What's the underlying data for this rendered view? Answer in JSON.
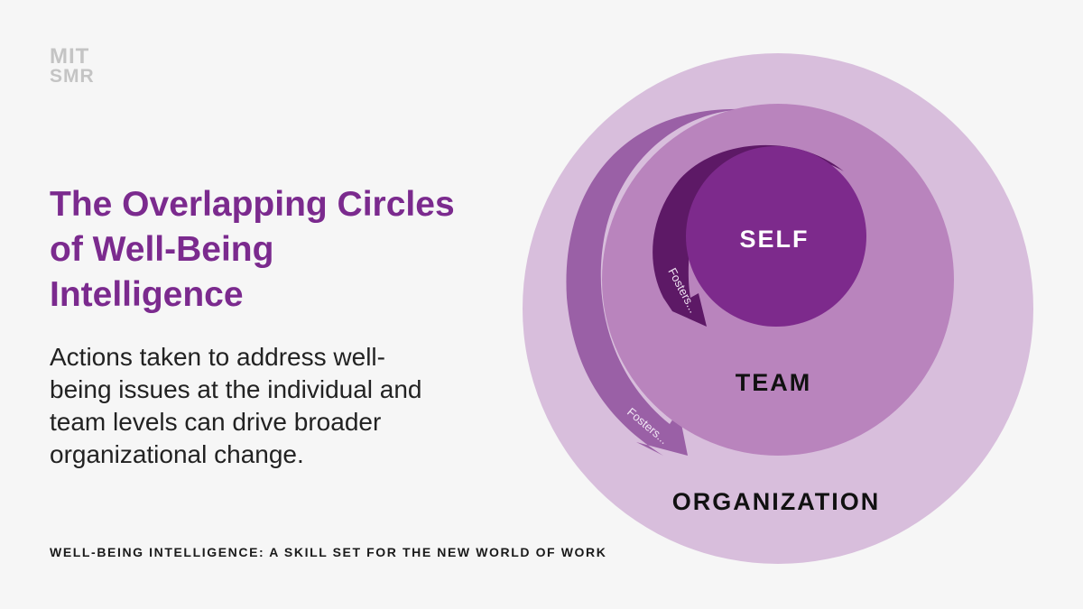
{
  "brand": {
    "line1": "MIT",
    "line2": "SMR"
  },
  "title": "The Overlapping Circles of Well-Being Intelligence",
  "subtitle": "Actions taken to address well-being issues at the individual and team levels can drive broader organizational change.",
  "footer": "WELL-BEING INTELLIGENCE: A SKILL SET FOR THE NEW WORLD OF WORK",
  "diagram": {
    "circles": [
      {
        "label": "ORGANIZATION",
        "color": "#d8bedc"
      },
      {
        "label": "TEAM",
        "color": "#b984bd"
      },
      {
        "label": "SELF",
        "color": "#7d2a8c"
      }
    ],
    "arrows": [
      {
        "label": "Fosters...",
        "color": "#9a60a6"
      },
      {
        "label": "Fosters...",
        "color": "#5d1966"
      }
    ]
  }
}
